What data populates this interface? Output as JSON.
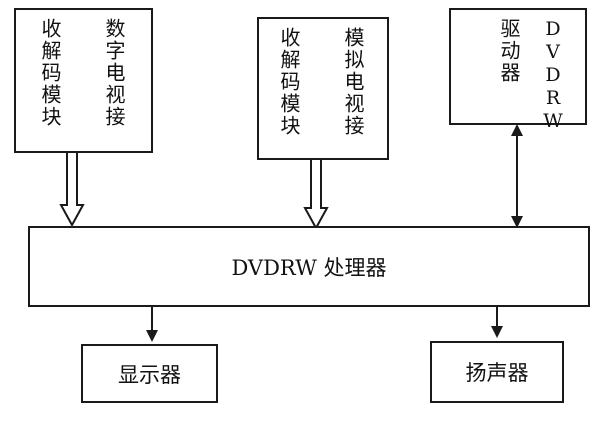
{
  "diagram": {
    "top_left": {
      "col_right": "数字电视接",
      "col_left": "收解码模块"
    },
    "top_middle": {
      "col_right": "模拟电视接",
      "col_left": "收解码模块"
    },
    "top_right": {
      "col_right": "DVDRW",
      "col_left": "驱动器"
    },
    "processor": {
      "label": "DVDRW 处理器"
    },
    "display": {
      "label": "显示器"
    },
    "speaker": {
      "label": "扬声器"
    }
  }
}
